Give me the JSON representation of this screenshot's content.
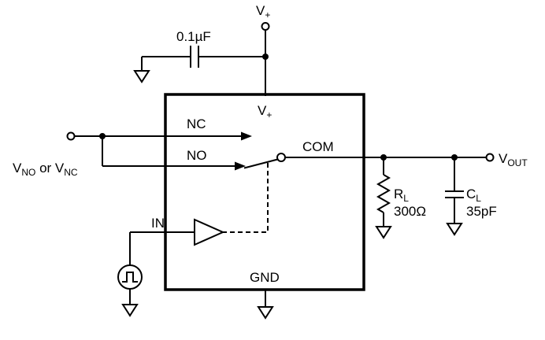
{
  "schematic": {
    "supply_top": {
      "base": "V",
      "sub": "+"
    },
    "decoupling_cap_value": "0.1µF",
    "pins": {
      "vplus": {
        "base": "V",
        "sub": "+"
      },
      "nc": "NC",
      "no": "NO",
      "com": "COM",
      "in": "IN",
      "gnd": "GND"
    },
    "input_source_label": {
      "p1": "V",
      "s1": "NO",
      "p2": " or V",
      "s2": "NC"
    },
    "output_label": {
      "base": "V",
      "sub": "OUT"
    },
    "load_resistor": {
      "base": "R",
      "sub": "L",
      "value": "300Ω"
    },
    "load_capacitor": {
      "base": "C",
      "sub": "L",
      "value": "35pF"
    }
  }
}
